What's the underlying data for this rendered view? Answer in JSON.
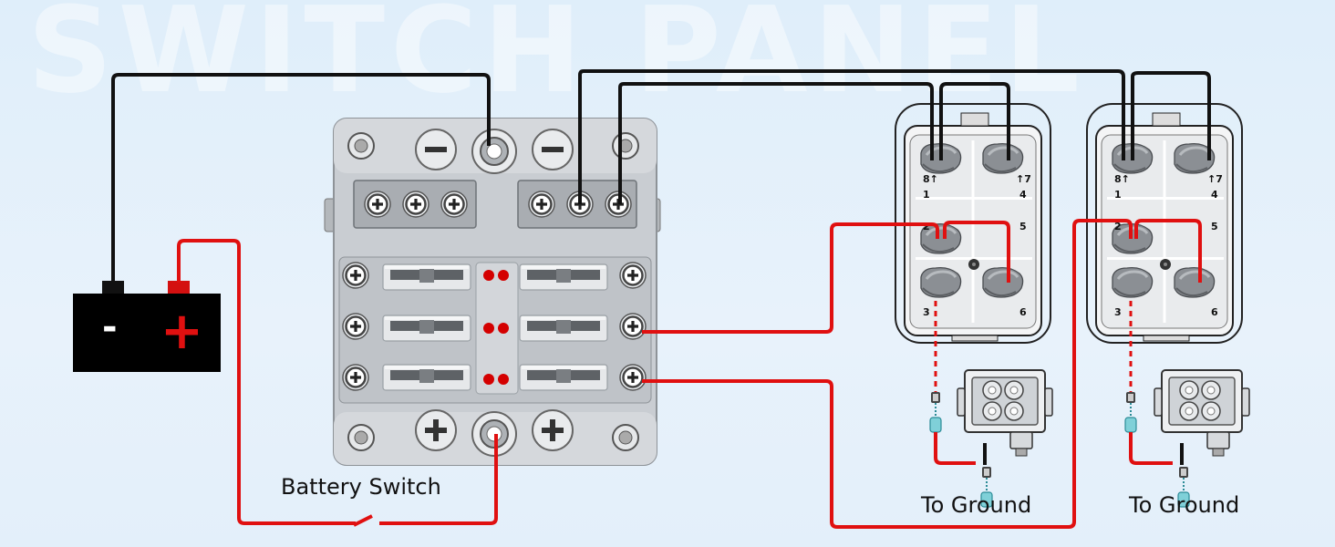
{
  "watermark": "SWITCH PANEL",
  "labels": {
    "battery_switch": "Battery Switch",
    "ground_1": "To Ground",
    "ground_2": "To Ground"
  },
  "battery": {
    "negative": "-",
    "positive": "+"
  },
  "rocker_switch": {
    "pins": [
      "8↑",
      "↑7",
      "1",
      "4",
      "2",
      "5",
      "3",
      "6"
    ]
  },
  "colors": {
    "hot_wire": "#e01010",
    "common_wire": "#111111",
    "panel": "#c9cdd2",
    "fuse_indicator": "#d40000",
    "connector": "#7fd0d8"
  },
  "icons": [
    "battery-icon",
    "fuse-box-icon",
    "rocker-switch-icon",
    "led-light-bar-icon",
    "wire-connector-icon"
  ]
}
